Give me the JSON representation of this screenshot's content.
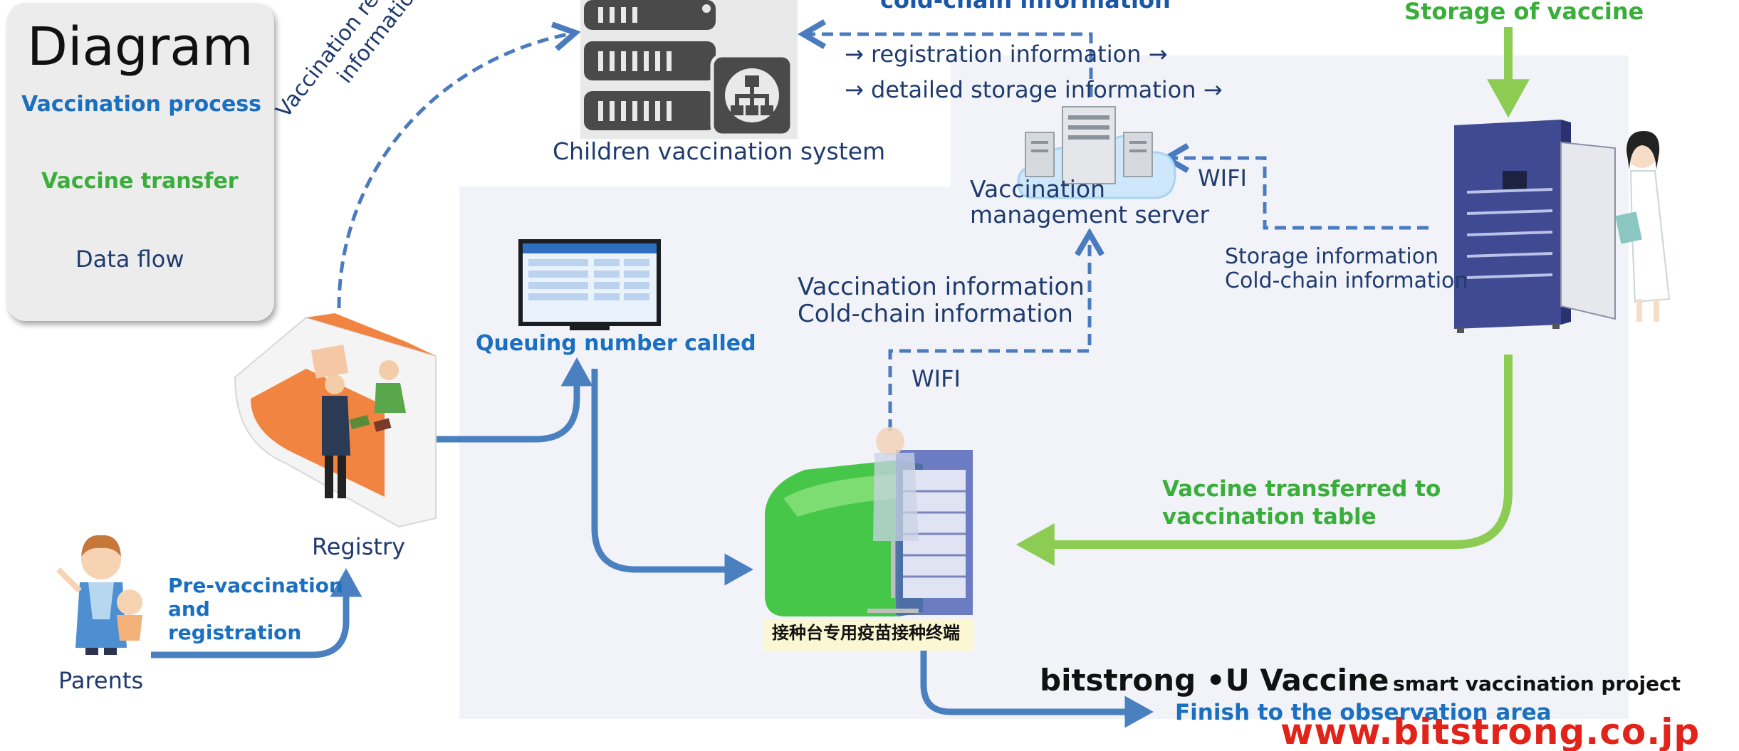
{
  "legend": {
    "title": "Diagram",
    "vaccination_process": "Vaccination process",
    "vaccine_transfer": "Vaccine transfer",
    "data_flow": "Data flow"
  },
  "labels": {
    "vaccination_registration": "Vaccination registration",
    "information": "information",
    "cold_chain_top": "cold-chain information",
    "storage_of_vaccine": "Storage of vaccine",
    "registration_information": "→ registration information →",
    "detailed_storage_information": "→ detailed storage information →",
    "children_vaccination_system": "Children vaccination system",
    "vaccination_server_line1": "Vaccination",
    "vaccination_server_line2": "management server",
    "wifi_right": "WIFI",
    "storage_information": "Storage information",
    "cold_chain_information_right": "Cold-chain information",
    "vaccination_information": "Vaccination information",
    "cold_chain_information_center": "Cold-chain information",
    "wifi_center": "WIFI",
    "queuing_number_called": "Queuing number called",
    "registry": "Registry",
    "pre_vaccination_1": "Pre-vaccination",
    "pre_vaccination_2": "and",
    "pre_vaccination_3": "registration",
    "parents": "Parents",
    "vaccine_transferred_1": "Vaccine transferred to",
    "vaccine_transferred_2": "vaccination table",
    "terminal_label": "接种台专用疫苗接种终端",
    "brand_main": "bitstrong •U Vaccine",
    "brand_sub": "smart vaccination project",
    "finish": "Finish to the observation area",
    "website": "www.bitstrong.co.jp"
  },
  "colors": {
    "process_blue": "#4a80c0",
    "transfer_green": "#8dcc52",
    "data_blue": "#4a7bbf",
    "label_navy": "#1f3b6e",
    "label_blue": "#1a6fc0",
    "label_green": "#3aae3a",
    "website_red": "#e2231a"
  }
}
